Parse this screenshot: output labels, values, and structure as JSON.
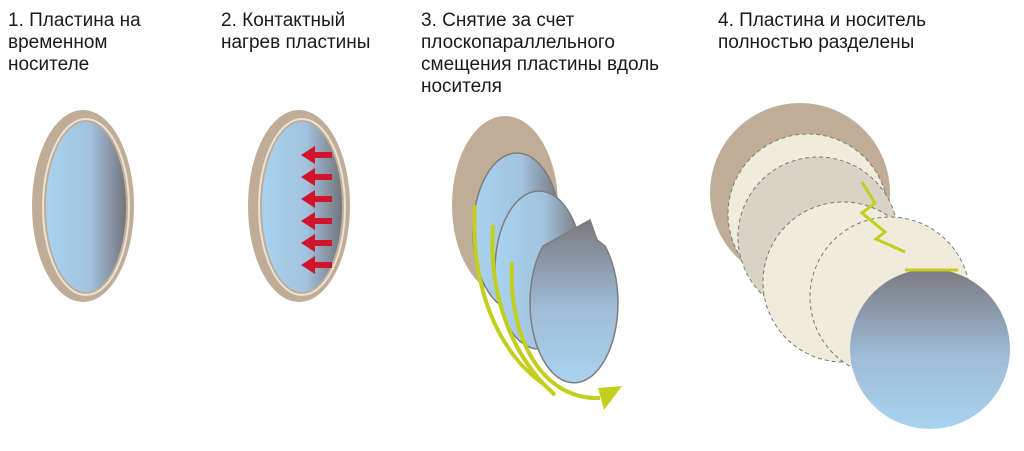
{
  "steps": [
    {
      "caption": "1. Пластина на\nвременном\nносителе"
    },
    {
      "caption": "2. Контактный\nнагрев пластины"
    },
    {
      "caption": "3. Снятие за счет\nплоскопараллельного\nсмещения пластины вдоль\nносителя"
    },
    {
      "caption": "4. Пластина и носитель\nполностью разделены"
    }
  ],
  "colors": {
    "carrier": "#c0ad97",
    "carrier_edge": "#ebe3d6",
    "wafer_light": "#a9d3ef",
    "wafer_dark": "#7c7c82",
    "heat_arrow": "#d0142a",
    "motion_arrow": "#c3cf1e",
    "ghost_fill": "#eeeadb"
  },
  "icons": {
    "heat_arrows": "left-arrow-icon",
    "slide_path": "curved-arrow-icon",
    "separation_lines": "cut-line-icon"
  },
  "heat_arrow_count": 6
}
